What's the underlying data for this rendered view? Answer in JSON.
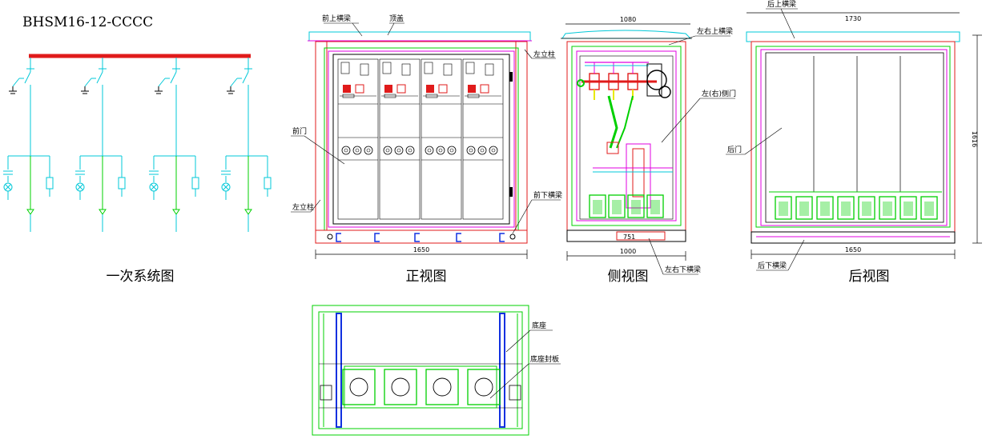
{
  "model": "BHSM16-12-CCCC",
  "captions": {
    "primary": "一次系统图",
    "front": "正视图",
    "side": "侧视图",
    "rear": "后视图"
  },
  "labels": {
    "front_top_beam": "前上横梁",
    "top_cover": "顶盖",
    "left_post_top": "左立柱",
    "front_door": "前门",
    "left_post_bottom": "左立柱",
    "front_bottom_beam": "前下横梁",
    "side_top_beam": "左右上横梁",
    "side_door": "左(右)侧门",
    "side_bottom_beam": "左右下横梁",
    "rear_top_beam": "后上横梁",
    "rear_door": "后门",
    "rear_bottom_beam": "后下横梁",
    "base": "底座",
    "base_plate": "底座封板"
  },
  "dimensions": {
    "front_width": "1650",
    "side_top": "1080",
    "side_width": "1000",
    "side_inner": "751",
    "rear_top": "1730",
    "rear_height": "1616",
    "rear_width": "1650"
  },
  "colors": {
    "red": "#e01b1b",
    "cyan": "#00c8d8",
    "green": "#00d000",
    "magenta": "#e000e0",
    "blue": "#1030e0",
    "yellow": "#e8e800"
  }
}
